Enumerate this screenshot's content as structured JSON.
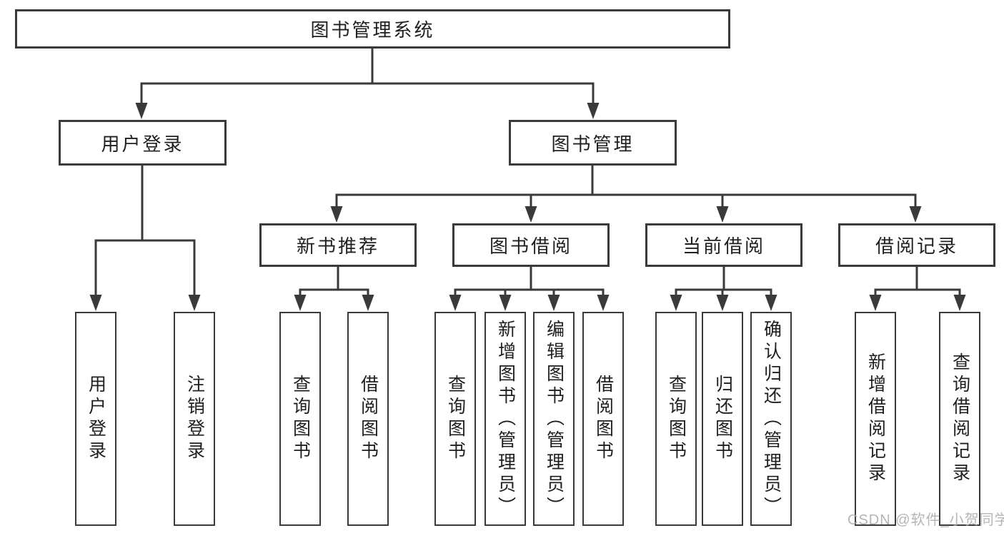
{
  "watermark": "CSDN @软件_小贺同学",
  "colors": {
    "line": "#3a3a3a",
    "text": "#1f1f1f",
    "background": "#ffffff",
    "watermark": "#a9a9a9"
  },
  "diagram": {
    "title": "图书管理系统",
    "branches": [
      {
        "label": "用户登录",
        "children": [
          "用户登录",
          "注销登录"
        ]
      },
      {
        "label": "图书管理",
        "children": [
          {
            "label": "新书推荐",
            "children": [
              "查询图书",
              "借阅图书"
            ]
          },
          {
            "label": "图书借阅",
            "children": [
              "查询图书",
              "新增图书（管理员）",
              "编辑图书（管理员）",
              "借阅图书"
            ]
          },
          {
            "label": "当前借阅",
            "children": [
              "查询图书",
              "归还图书",
              "确认归还（管理员）"
            ]
          },
          {
            "label": "借阅记录",
            "children": [
              "新增借阅记录",
              "查询借阅记录"
            ]
          }
        ]
      }
    ]
  }
}
